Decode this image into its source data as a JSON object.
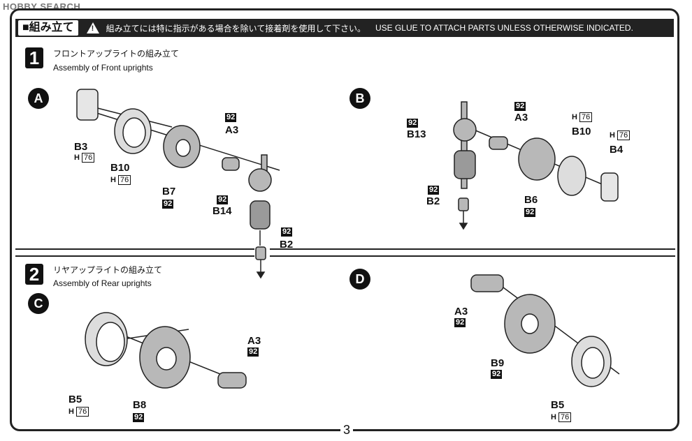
{
  "watermark": "HOBBY SEARCH",
  "header": {
    "section": "■組み立て",
    "warning_jp": "組み立てには特に指示がある場合を除いて接着剤を使用して下さい。",
    "warning_en": "USE GLUE TO ATTACH PARTS UNLESS OTHERWISE INDICATED."
  },
  "steps": [
    {
      "number": "1",
      "title_jp": "フロントアップライトの組み立て",
      "title_en": "Assembly of Front uprights"
    },
    {
      "number": "2",
      "title_jp": "リヤアップライトの組み立て",
      "title_en": "Assembly of Rear uprights"
    }
  ],
  "sub_steps": [
    "A",
    "B",
    "C",
    "D"
  ],
  "parts": {
    "a": {
      "b3": "B3",
      "b10": "B10",
      "b7": "B7",
      "a3": "A3",
      "b14": "B14",
      "b2": "B2"
    },
    "b": {
      "b13": "B13",
      "a3": "A3",
      "b10": "B10",
      "b4": "B4",
      "b2": "B2",
      "b6": "B6"
    },
    "c": {
      "b5": "B5",
      "b8": "B8",
      "a3": "A3"
    },
    "d": {
      "a3": "A3",
      "b9": "B9",
      "b5": "B5"
    }
  },
  "paint": {
    "code": "92",
    "h_prefix": "H",
    "h_code": "76"
  },
  "page_number": "3"
}
